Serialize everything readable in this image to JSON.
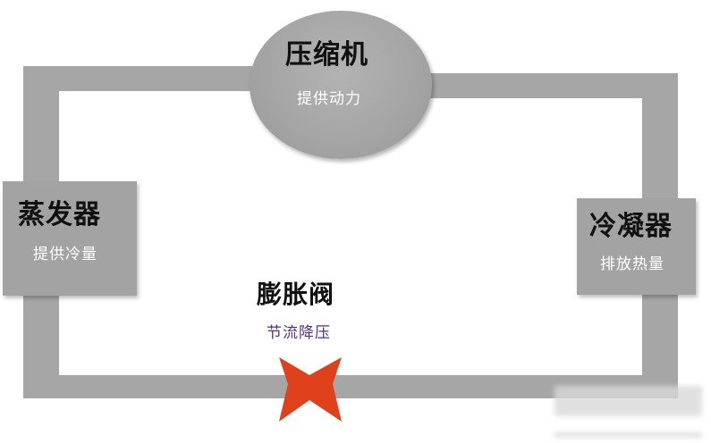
{
  "compressor": {
    "title": "压缩机",
    "subtitle": "提供动力"
  },
  "evaporator": {
    "title": "蒸发器",
    "subtitle": "提供冷量"
  },
  "condenser": {
    "title": "冷凝器",
    "subtitle": "排放热量"
  },
  "expansion_valve": {
    "title": "膨胀阀",
    "subtitle": "节流降压"
  },
  "colors": {
    "pipe": "#a6a6a6",
    "valve": "#e0401c",
    "valve_subtitle": "#5a2d82"
  }
}
